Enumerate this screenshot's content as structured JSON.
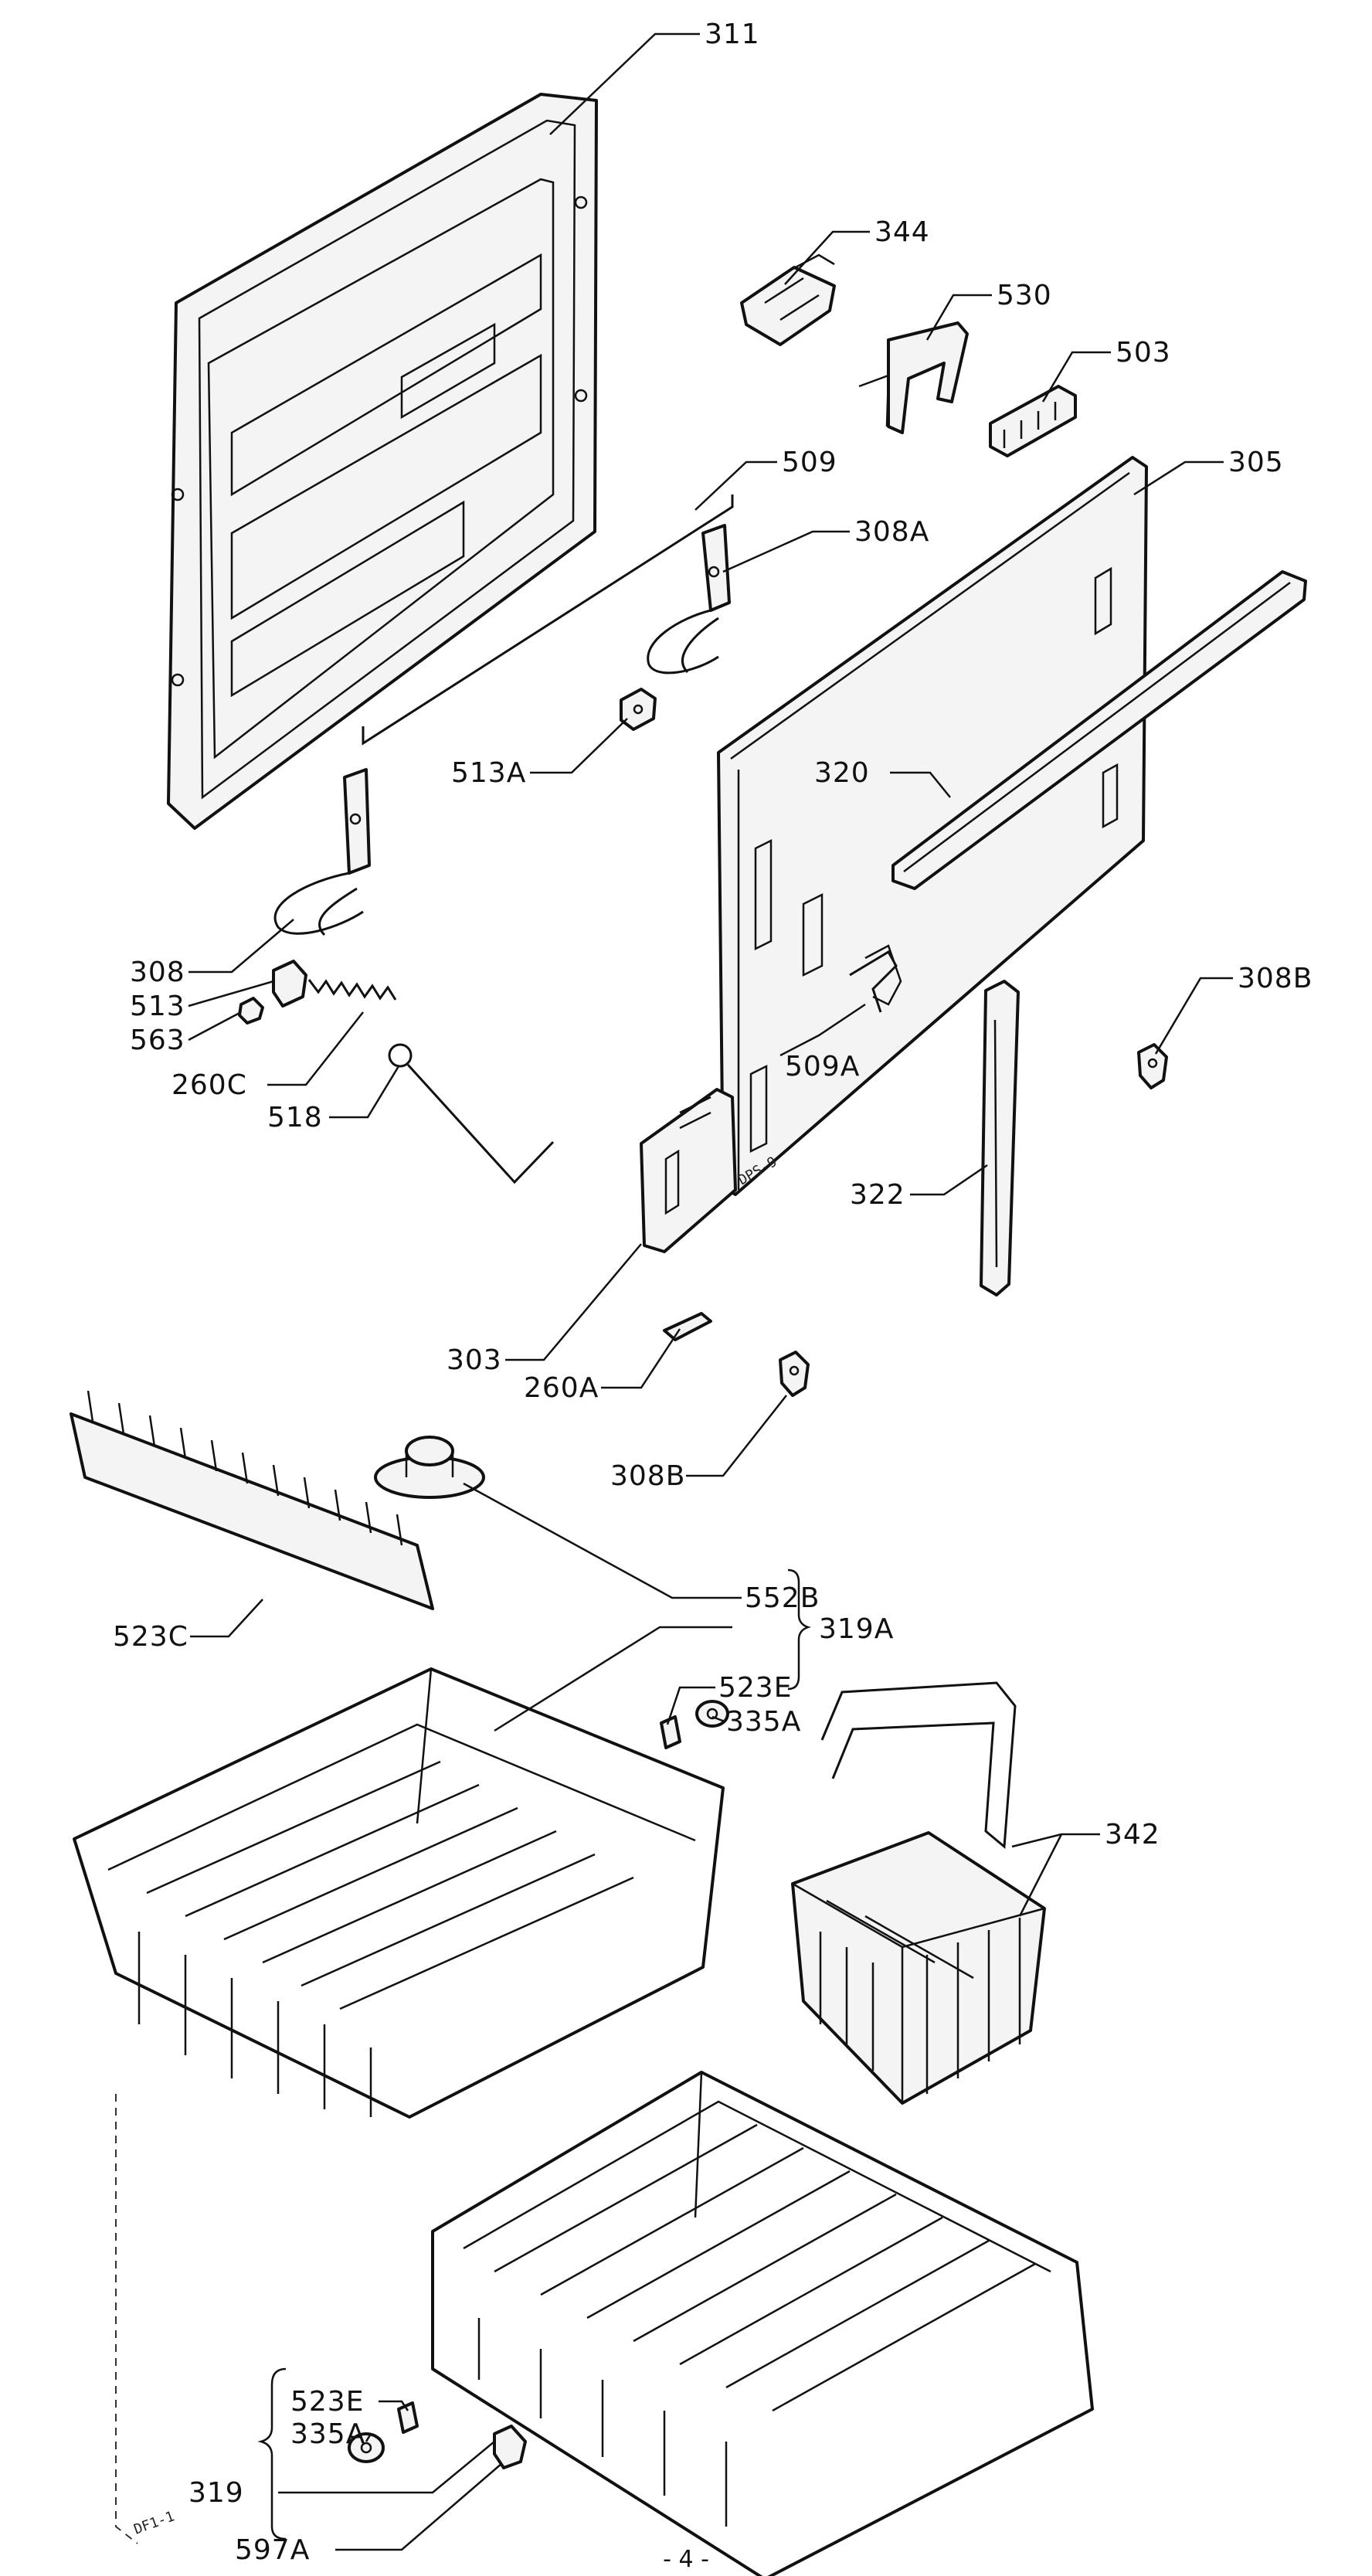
{
  "title": "",
  "page_number": "- 4 -",
  "stamps": {
    "panel": "DPS-9",
    "rack": "DF1-1"
  },
  "callouts": [
    {
      "id": "311",
      "text": "311"
    },
    {
      "id": "344",
      "text": "344"
    },
    {
      "id": "530",
      "text": "530"
    },
    {
      "id": "503",
      "text": "503"
    },
    {
      "id": "509",
      "text": "509"
    },
    {
      "id": "305",
      "text": "305"
    },
    {
      "id": "308A",
      "text": "308A"
    },
    {
      "id": "513A",
      "text": "513A"
    },
    {
      "id": "320",
      "text": "320"
    },
    {
      "id": "308B_right",
      "text": "308B"
    },
    {
      "id": "308",
      "text": "308"
    },
    {
      "id": "513",
      "text": "513"
    },
    {
      "id": "563",
      "text": "563"
    },
    {
      "id": "260C",
      "text": "260C"
    },
    {
      "id": "518",
      "text": "518"
    },
    {
      "id": "509A",
      "text": "509A"
    },
    {
      "id": "322",
      "text": "322"
    },
    {
      "id": "303",
      "text": "303"
    },
    {
      "id": "260A",
      "text": "260A"
    },
    {
      "id": "308B_lower",
      "text": "308B"
    },
    {
      "id": "552B",
      "text": "552B"
    },
    {
      "id": "319A",
      "text": "319A"
    },
    {
      "id": "523C",
      "text": "523C"
    },
    {
      "id": "523E_upper",
      "text": "523E"
    },
    {
      "id": "335A_upper",
      "text": "335A"
    },
    {
      "id": "342",
      "text": "342"
    },
    {
      "id": "523E_lower",
      "text": "523E"
    },
    {
      "id": "335A_lower",
      "text": "335A"
    },
    {
      "id": "319",
      "text": "319"
    },
    {
      "id": "597A",
      "text": "597A"
    }
  ]
}
